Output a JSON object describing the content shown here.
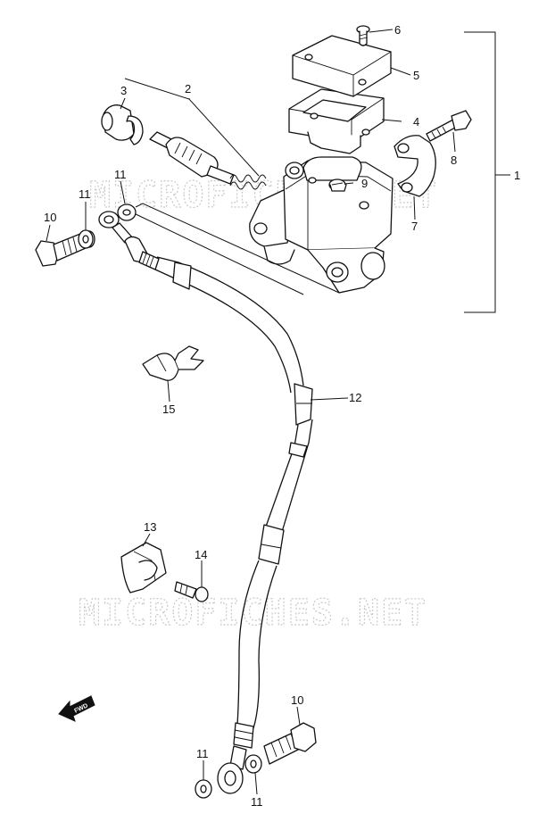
{
  "watermark": "MICROFICHES.NET",
  "fwd_label": "FWD",
  "callouts": [
    {
      "id": "c1",
      "text": "1"
    },
    {
      "id": "c2",
      "text": "2"
    },
    {
      "id": "c3",
      "text": "3"
    },
    {
      "id": "c4",
      "text": "4"
    },
    {
      "id": "c5",
      "text": "5"
    },
    {
      "id": "c6",
      "text": "6"
    },
    {
      "id": "c7",
      "text": "7"
    },
    {
      "id": "c8",
      "text": "8"
    },
    {
      "id": "c9",
      "text": "9"
    },
    {
      "id": "c10a",
      "text": "10"
    },
    {
      "id": "c10b",
      "text": "10"
    },
    {
      "id": "c11a",
      "text": "11"
    },
    {
      "id": "c11b",
      "text": "11"
    },
    {
      "id": "c11c",
      "text": "11"
    },
    {
      "id": "c11d",
      "text": "11"
    },
    {
      "id": "c12",
      "text": "12"
    },
    {
      "id": "c13",
      "text": "13"
    },
    {
      "id": "c14",
      "text": "14"
    },
    {
      "id": "c15",
      "text": "15"
    }
  ]
}
